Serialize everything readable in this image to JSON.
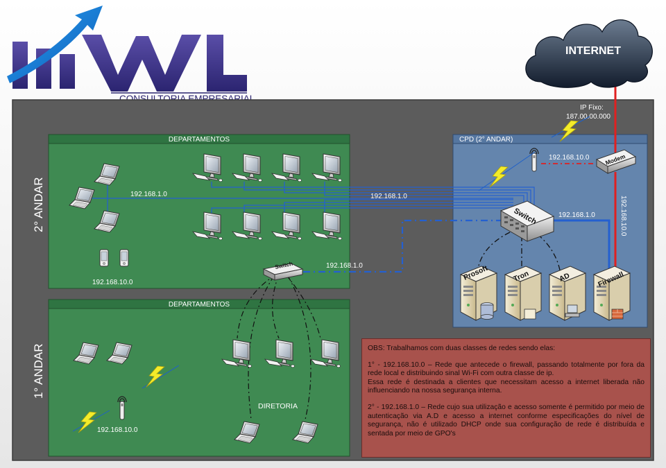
{
  "logo": {
    "subtitle": "CONSULTORIA EMPRESARIAL"
  },
  "internet": {
    "label": "INTERNET"
  },
  "ip_fixo": {
    "label": "IP Fixo:",
    "value": "187.00.00.000"
  },
  "floors": {
    "second": "2° ANDAR",
    "first": "1° ANDAR"
  },
  "departments": {
    "top_title": "DEPARTAMENTOS",
    "bottom_title": "DEPARTAMENTOS"
  },
  "cpd": {
    "title": "CPD (2° ANDAR)"
  },
  "network_labels": {
    "lan_dept": "192.168.1.0",
    "lan_trunk": "192.168.1.0",
    "lan_firewall": "192.168.1.0",
    "lan_switch2": "192.168.1.0",
    "wifi_ap_cpd": "192.168.10.0",
    "wifi_modem_firewall": "192.168.10.0",
    "wifi_phones": "192.168.10.0",
    "wifi_first": "192.168.10.0"
  },
  "devices": {
    "modem": "Modem",
    "switch_main": "Switch",
    "switch_small": "Switch",
    "servers": [
      "Prosoft",
      "Tron",
      "AD",
      "Firewall"
    ]
  },
  "diretoria": {
    "label": "DIRETORIA"
  },
  "obs": {
    "heading": "OBS: Trabalhamos com duas classes de redes sendo  elas:",
    "item1_a": "1° - 192.168.10.0 – Rede que antecede o firewall, passando totalmente por fora da rede local e distribuindo sinal Wi-Fi com outra classe de ip.",
    "item1_b": "Essa rede é destinada a clientes que necessitam acesso a internet liberada não influenciando na nossa segurança interna.",
    "item2": "2° - 192.168.1.0 – Rede cujo sua utilização e acesso somente é permitido por meio de autenticação via A.D e acesso a internet conforme especificações do nível de segurança, não é utilizado DHCP onde sua configuração de rede é distribuída e sentada por meio de GPO's"
  },
  "colors": {
    "lan": "#1f5fd0",
    "wan": "#e02020",
    "dept_green": "#3c8a4e",
    "cpd_blue": "#5a7faa",
    "obs_red": "#a8524c"
  }
}
